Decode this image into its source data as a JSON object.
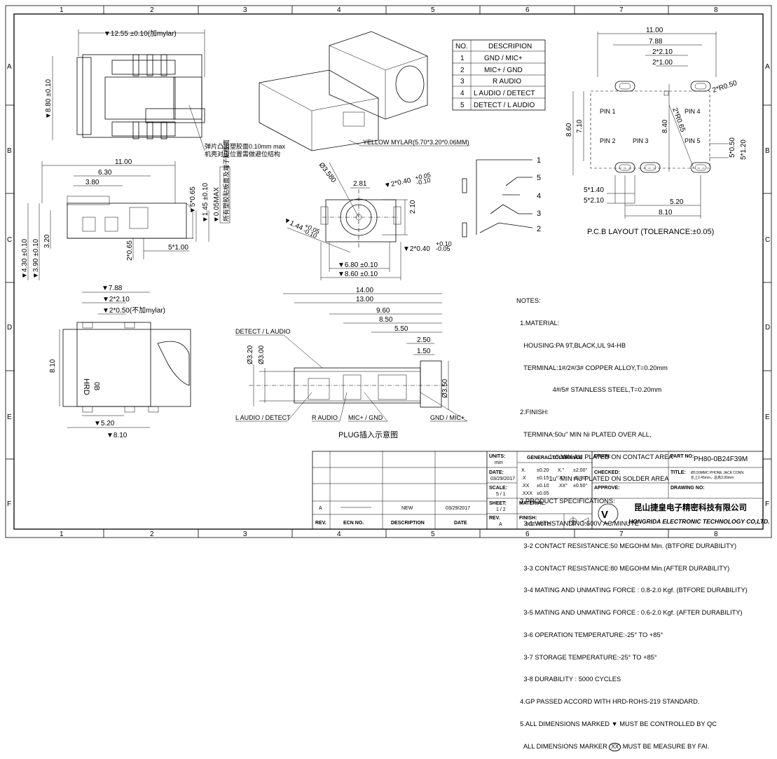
{
  "border": {
    "columns": [
      "1",
      "2",
      "3",
      "4",
      "5",
      "6",
      "7",
      "8"
    ],
    "rows": [
      "A",
      "B",
      "C",
      "D",
      "E",
      "F"
    ]
  },
  "pin_table": {
    "header": [
      "NO.",
      "DESCRIPION"
    ],
    "rows": [
      [
        "1",
        "GND / MIC+"
      ],
      [
        "2",
        "MIC+ / GND"
      ],
      [
        "3",
        "R AUDIO"
      ],
      [
        "4",
        "L AUDIO / DETECT"
      ],
      [
        "5",
        "DETECT / L AUDIO"
      ]
    ]
  },
  "top_view": {
    "dim_width": "▼12.55 ±0.10(加mylar)",
    "dim_height": "▼8.80 ±0.10",
    "note_line1": "弹片凸出塑胶面0.10mm max",
    "note_line2": "机壳对应位置需做避位结构"
  },
  "mylar_label": "YELLOW MYLAR(5.70*3.20*0.06MM)",
  "side_view": {
    "d_11": "11.00",
    "d_630": "6.30",
    "d_380": "3.80",
    "d_430": "▼4.30 ±0.10",
    "d_390": "▼3.90 ±0.10",
    "d_320": "3.20",
    "d_50065": "▼5*0.65",
    "d_145": "▼1.45 ±0.10",
    "d_005": "▼0.05MAX",
    "chinese_note": "所有塑胶贴板面及端子贴板面",
    "d_2065": "2*0.65",
    "d_5100": "5*1.00"
  },
  "front_view": {
    "d_358": "Ø3.580",
    "d_281": "2.81",
    "d_2040": "▼2*0.40",
    "tol_top": "+0.05",
    "tol_bot": "-0.10",
    "d_210": "2.10",
    "d_144": "▼1.44",
    "tol_144a": "+0.05",
    "tol_144b": "-0.10",
    "d_2040b": "▼2*0.40",
    "tol_b_top": "+0.10",
    "tol_b_bot": "-0.05",
    "d_680": "▼6.80 ±0.10",
    "d_860": "▼8.60 ±0.10"
  },
  "schematic_pins": [
    "1",
    "5",
    "4",
    "3",
    "2"
  ],
  "pcb": {
    "d_1100": "11.00",
    "d_788": "7.88",
    "d_2210": "2*2.10",
    "d_2100": "2*1.00",
    "d_2r050": "2*R0.50",
    "d_860": "8.60",
    "d_710": "7.10",
    "d_840": "8.40",
    "d_2r065": "2*R0.65",
    "d_5050": "5*0.50",
    "d_5120": "5*1.20",
    "pin1": "PIN 1",
    "pin2": "PIN 2",
    "pin3": "PIN 3",
    "pin4": "PIN 4",
    "pin5": "PIN 5",
    "d_5140": "5*1.40",
    "d_5210": "5*2.10",
    "d_520": "5.20",
    "d_810": "8.10",
    "caption": "P.C.B  LAYOUT (TOLERANCE:±0.05)"
  },
  "bottom_view": {
    "d_788": "▼7.88",
    "d_2210": "▼2*2.10",
    "d_2050": "▼2*0.50(不加mylar)",
    "d_810v": "8.10",
    "d_520": "▼5.20",
    "d_810": "▼8.10",
    "mark1": "HRD",
    "mark2": "0B"
  },
  "plug_view": {
    "d_1400": "14.00",
    "d_1300": "13.00",
    "d_960": "9.60",
    "d_850": "8.50",
    "d_550": "5.50",
    "d_250": "2.50",
    "d_150": "1.50",
    "d_320": "Ø3.20",
    "d_300": "Ø3.00",
    "d_350": "Ø3.50",
    "lbl_detect": "DETECT / L AUDIO",
    "lbl_laudio": "L AUDIO / DETECT",
    "lbl_raudio": "R AUDIO",
    "lbl_micgnd": "MIC+ / GND",
    "lbl_gndmic": "GND / MIC+",
    "caption": "PLUG插入示意图"
  },
  "notes": {
    "l1": "NOTES:",
    "l2": "  1.MATERIAL:",
    "l3": "    HOUSING:PA 9T,BLACK,UL 94-HB",
    "l4": "    TERMINAL:1#/2#/3# COPPER ALLOY,T=0.20mm",
    "l5": "                    4#/5# STAINLESS STEEL,T=0.20mm",
    "l6": "  2.FINISH:",
    "l7": "    TERMINA:50u\" MIN Ni PLATED OVER ALL,",
    "l8": "                  1u\" MIN AU PLATED ON CONTACT AREA",
    "l9": "                  1u\" MIN AU PLATED ON SOLDER AREA",
    "l10": "  3.PRODUCT SPECIFICATIONS:",
    "l11": "    3-1 WITHSTANDING:500V AC/MINUTE",
    "l12": "    3-2 CONTACT RESISTANCE:50 MEGOHM Min. (BTFORE DURABILITY)",
    "l13": "    3-3 CONTACT RESISTANCE:80 MEGOHM Min.(AFTER DURABILITY)",
    "l14": "    3-4 MATING AND UNMATING FORCE : 0.8-2.0 Kgf. (BTFORE DURABILITY)",
    "l15": "    3-5 MATING AND UNMATING FORCE : 0.6-2.0 Kgf. (AFTER DURABILITY)",
    "l16": "    3-6 OPERATION TEMPERATURE:-25° TO +85°",
    "l17": "    3-7 STORAGE TEMPERATURE:-25° TO +85°",
    "l18": "    3-8 DURABILITY : 5000 CYCLES",
    "l19": "  4.GP PASSED ACCORD WITH HRD-ROHS-219 STANDARD.",
    "l20": "  5.ALL DIMENSIONS MARKED ▼ MUST BE CONTROLLED BY QC",
    "l21": "    ALL DIMENSIONS MARKER",
    "l21b": "XX",
    "l21c": "MUST BE MEASURE BY FAI."
  },
  "title_block": {
    "units_label": "UNITS:",
    "units_val": "mm",
    "date_label": "DATE:",
    "date_val": "03/29/2017",
    "scale_label": "SCALE:",
    "scale_val": "5 / 1",
    "sheet_label": "SHEET:",
    "sheet_val": "1 / 2",
    "rev_label": "REV.",
    "rev_val": "A",
    "gen_tol": "GENERAL TOLERANCE",
    "tol_rows": [
      [
        "X.",
        "±0.20",
        "X.°",
        "±2.00°"
      ],
      [
        ".X",
        "±0.15",
        ".X°",
        "±1.00°"
      ],
      [
        ".XX",
        "±0.10",
        ".XX°",
        "±0.50°"
      ],
      [
        ".XXX",
        "±0.05",
        "",
        ""
      ]
    ],
    "material_label": "MATERIAL:",
    "finish_label": "FINISH:",
    "finish_val": "SEE NOTE",
    "draw_label": "DRAW:",
    "checked_label": "CHECKED:",
    "approve_label": "APPROVE:",
    "partno_label": "PART NO:",
    "partno_val": "PH80-0B24F39M",
    "title_label": "TITLE:",
    "title_val1": "Ø3.50MMC PHONE JACK CONN.",
    "title_val2": "长上2.45mm，总高3.90mm",
    "drawingno_label": "DRAWING NO:",
    "company_cn": "昆山捷皇电子精密科技有限公司",
    "company_en": "HONGRIDA ELECTRONIC TECHNOLOGY CO,LTD.",
    "rev_row": [
      "A",
      "",
      "NEW",
      "03/29/2017"
    ],
    "rev_head": [
      "REV.",
      "ECN NO.",
      "DESCRIPTION",
      "DATE"
    ]
  }
}
